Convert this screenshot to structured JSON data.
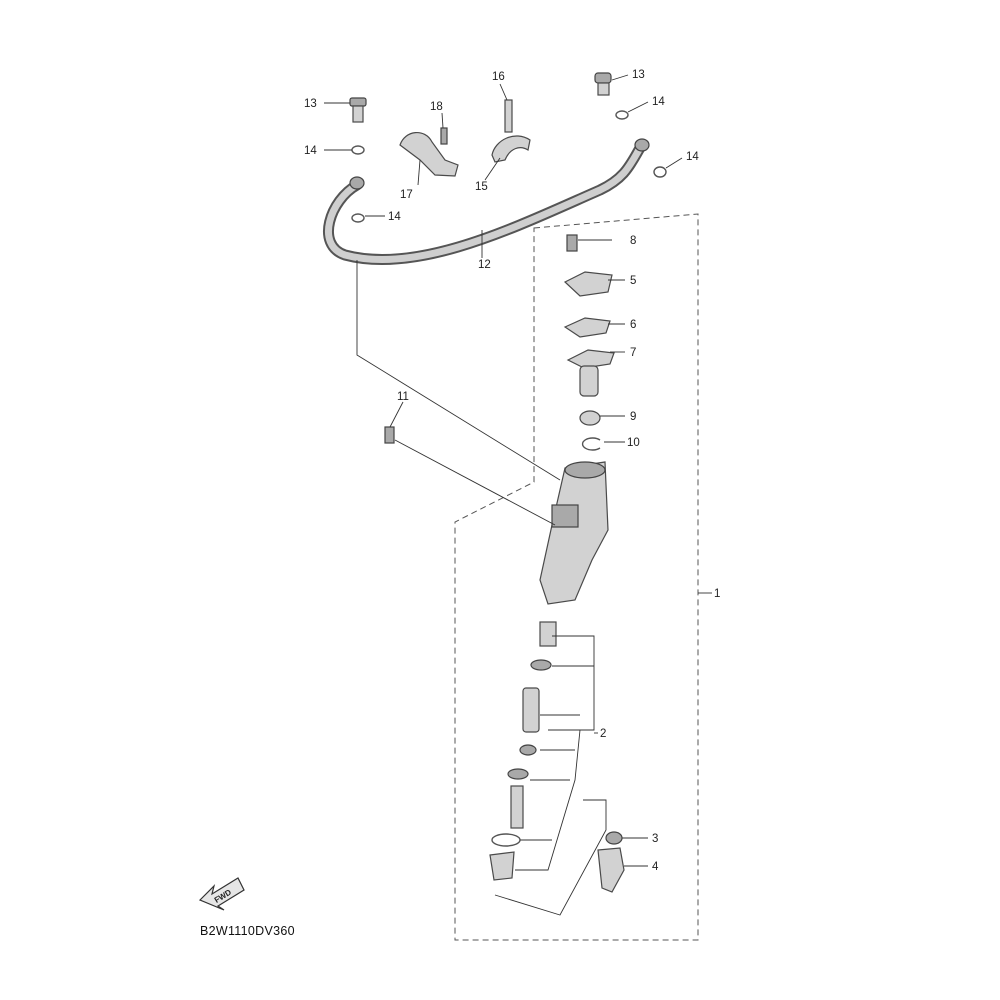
{
  "diagram": {
    "code": "B2W1110DV360",
    "fwd_label": "FWD",
    "callouts": {
      "c1": "1",
      "c2": "2",
      "c3": "3",
      "c4": "4",
      "c5": "5",
      "c6": "6",
      "c7": "7",
      "c8": "8",
      "c9": "9",
      "c10": "10",
      "c11": "11",
      "c12": "12",
      "c13a": "13",
      "c13b": "13",
      "c14a": "14",
      "c14b": "14",
      "c14c": "14",
      "c14d": "14",
      "c15": "15",
      "c16": "16",
      "c17": "17",
      "c18": "18"
    }
  }
}
